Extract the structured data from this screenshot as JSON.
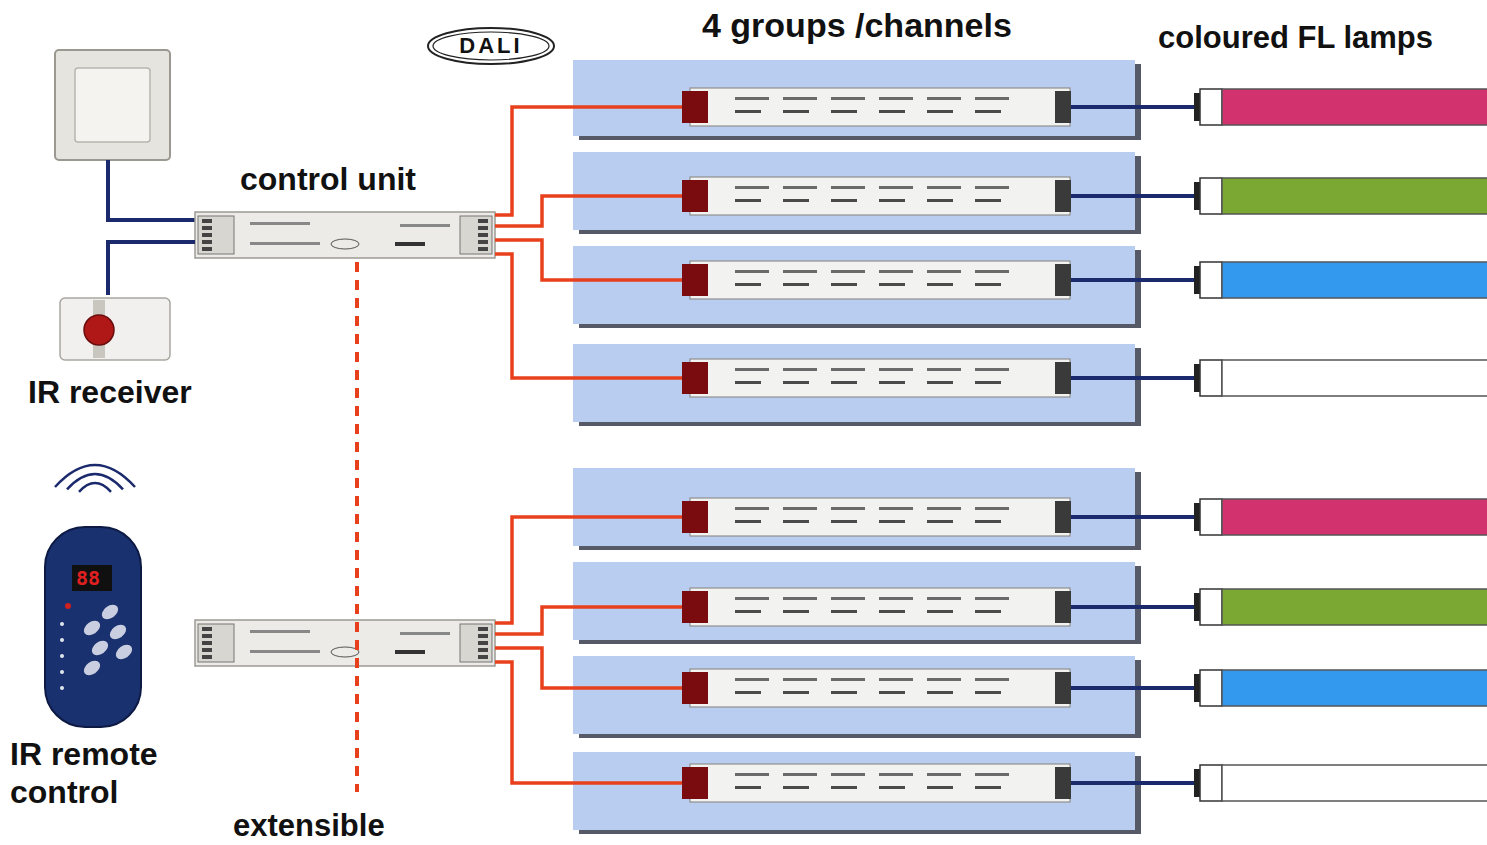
{
  "diagram": {
    "nodes": [
      {
        "text": [
          "DALI"
        ]
      },
      {
        "text": [
          "control unit"
        ]
      },
      {
        "text": [
          "IR receiver"
        ]
      },
      {
        "text": [
          "IR remote control"
        ]
      }
    ],
    "edges": [
      {
        "from": 2,
        "to": 1,
        "arrow": "none"
      }
    ],
    "labels": [
      "4 groups /channels",
      "coloured FL lamps",
      "extensible",
      "88"
    ]
  }
}
